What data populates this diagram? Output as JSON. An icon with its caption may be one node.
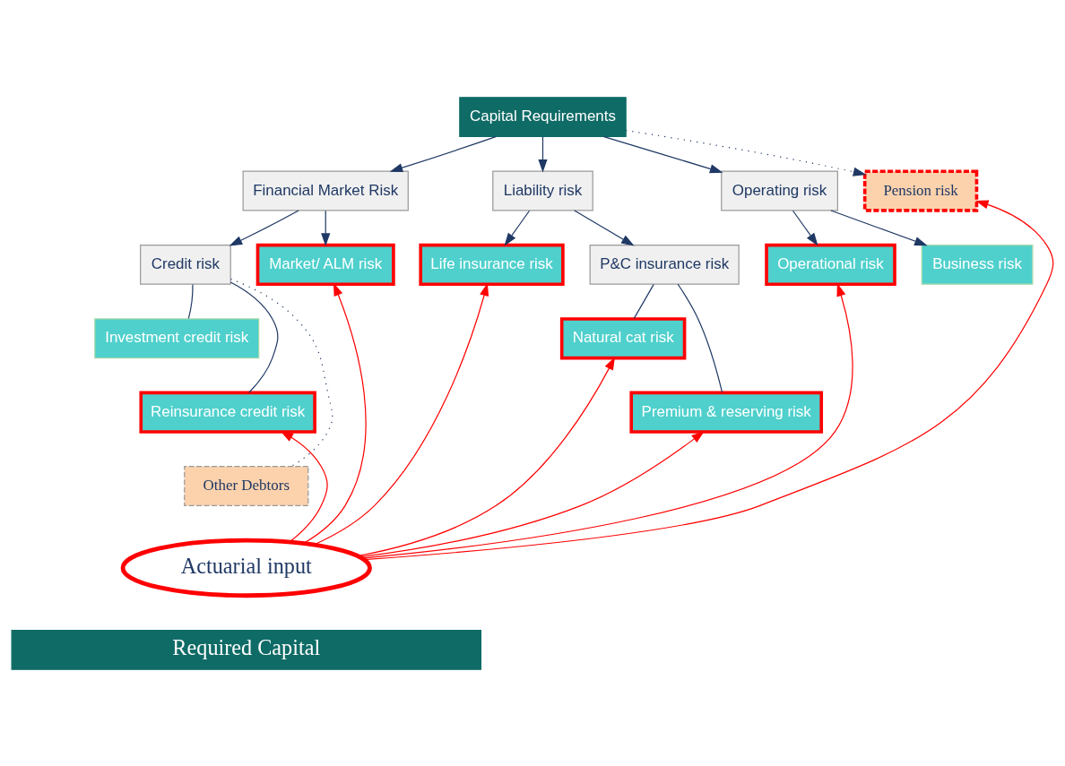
{
  "diagram": {
    "nodes": [
      {
        "text": [
          "Capital Requirements"
        ]
      },
      {
        "text": [
          "Financial Market Risk"
        ]
      },
      {
        "text": [
          "Liability risk"
        ]
      },
      {
        "text": [
          "Operating risk"
        ]
      },
      {
        "text": [
          "Pension risk"
        ]
      },
      {
        "text": [
          "Credit risk"
        ]
      },
      {
        "text": [
          "Market/ ALM risk"
        ]
      },
      {
        "text": [
          "Life insurance risk"
        ]
      },
      {
        "text": [
          "P&C insurance risk"
        ]
      },
      {
        "text": [
          "Operational risk"
        ]
      },
      {
        "text": [
          "Business risk"
        ]
      },
      {
        "text": [
          "Investment credit risk"
        ]
      },
      {
        "text": [
          "Reinsurance credit risk"
        ]
      },
      {
        "text": [
          "Other Debtors"
        ]
      },
      {
        "text": [
          "Natural cat risk"
        ]
      },
      {
        "text": [
          "Premium & reserving risk"
        ]
      },
      {
        "text": [
          "Actuarial input"
        ]
      },
      {
        "text": [
          "Required Capital"
        ]
      }
    ],
    "edges": [
      {
        "from": 0,
        "to": 1,
        "arrow": "to"
      },
      {
        "from": 0,
        "to": 2,
        "arrow": "to"
      },
      {
        "from": 0,
        "to": 3,
        "arrow": "to"
      },
      {
        "from": 0,
        "to": 4,
        "arrow": "to",
        "style": "dashed"
      },
      {
        "from": 1,
        "to": 5,
        "arrow": "to"
      },
      {
        "from": 1,
        "to": 6,
        "arrow": "to"
      },
      {
        "from": 2,
        "to": 7,
        "arrow": "to"
      },
      {
        "from": 2,
        "to": 8,
        "arrow": "to"
      },
      {
        "from": 3,
        "to": 9,
        "arrow": "to"
      },
      {
        "from": 3,
        "to": 10,
        "arrow": "to"
      },
      {
        "from": 5,
        "to": 11,
        "arrow": "none"
      },
      {
        "from": 5,
        "to": 12,
        "arrow": "none"
      },
      {
        "from": 5,
        "to": 13,
        "arrow": "none",
        "style": "dashed"
      },
      {
        "from": 8,
        "to": 14,
        "arrow": "none"
      },
      {
        "from": 8,
        "to": 15,
        "arrow": "none"
      },
      {
        "from": 16,
        "to": 12,
        "arrow": "to",
        "color": "#ff0000"
      },
      {
        "from": 16,
        "to": 6,
        "arrow": "to",
        "color": "#ff0000"
      },
      {
        "from": 16,
        "to": 7,
        "arrow": "to",
        "color": "#ff0000"
      },
      {
        "from": 16,
        "to": 14,
        "arrow": "to",
        "color": "#ff0000"
      },
      {
        "from": 16,
        "to": 15,
        "arrow": "to",
        "color": "#ff0000"
      },
      {
        "from": 16,
        "to": 9,
        "arrow": "to",
        "color": "#ff0000"
      },
      {
        "from": 16,
        "to": 4,
        "arrow": "to",
        "color": "#ff0000"
      }
    ]
  }
}
